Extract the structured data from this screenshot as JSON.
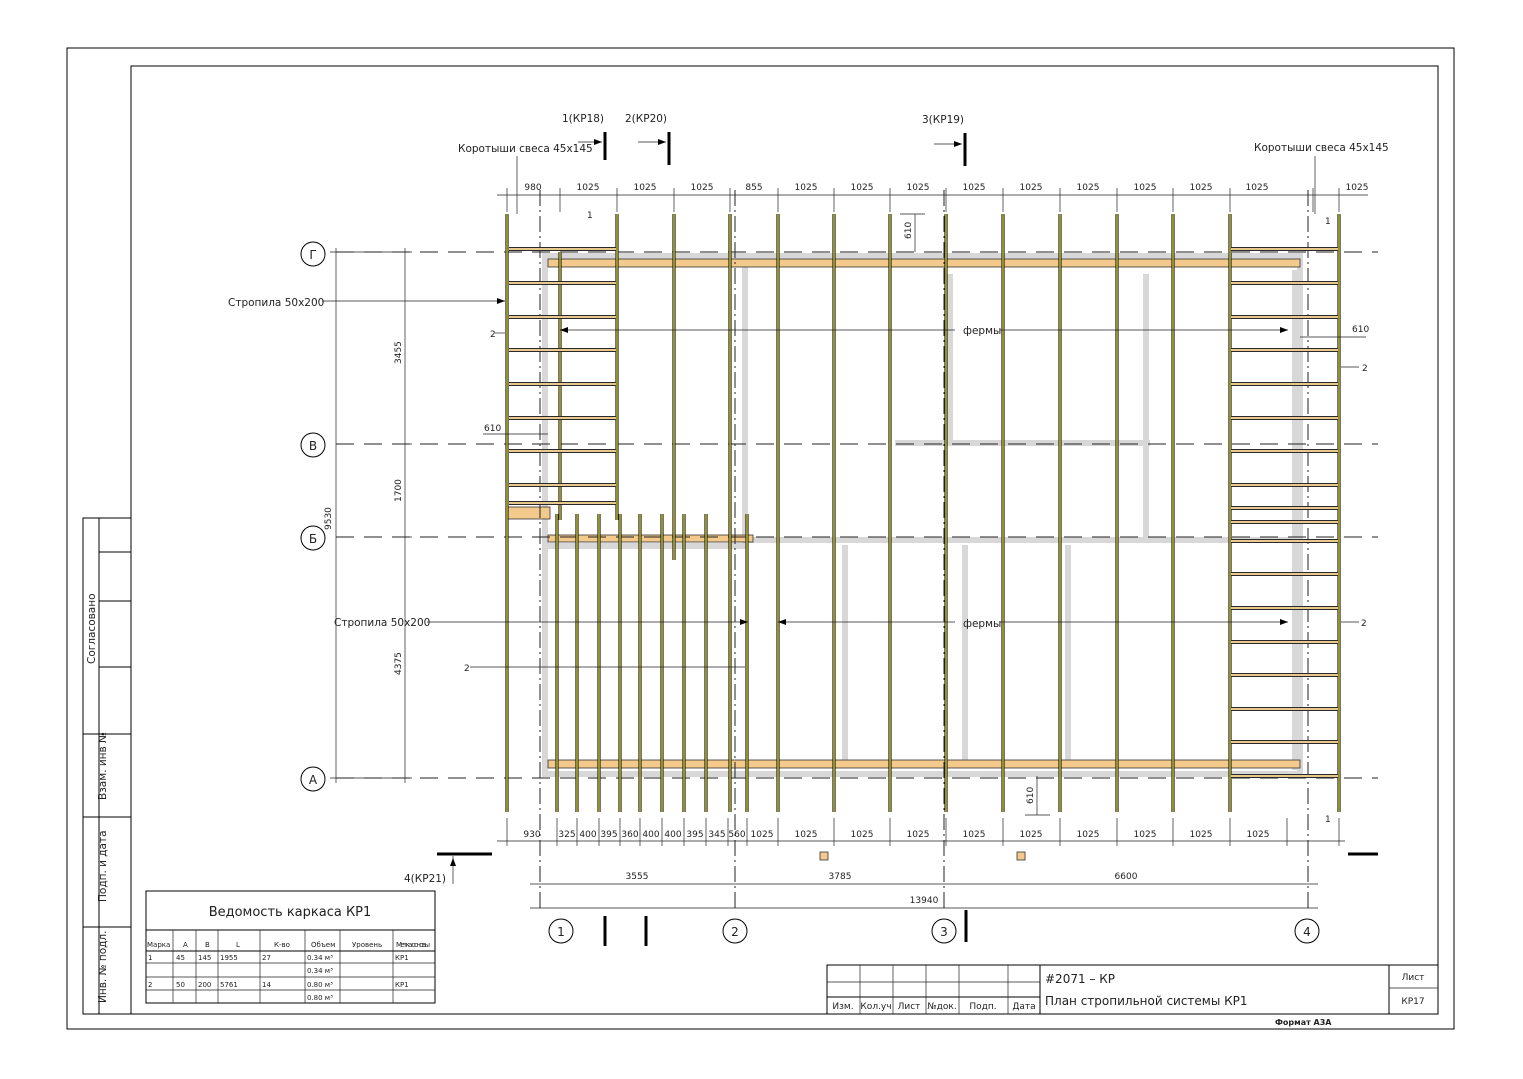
{
  "title_block": {
    "project": "#2071 – КР",
    "sheet_title": "План стропильной системы КР1",
    "sheet_label": "Лист",
    "sheet_number": "КР17",
    "format": "Формат А3А",
    "columns": [
      "Изм.",
      "Кол.уч",
      "Лист",
      "№док.",
      "Подп.",
      "Дата"
    ]
  },
  "side_stamp": {
    "agreed": "Согласовано",
    "replace_inv": "Взам. инв №",
    "sign_date": "Подп. и дата",
    "inv_orig": "Инв. № подл."
  },
  "callouts": {
    "overhang_left": "Коротыши свеса 45х145",
    "overhang_right": "Коротыши свеса 45х145",
    "rafters_top": "Стропила 50х200",
    "rafters_bottom": "Стропила 50х200",
    "trusses_top": "фермы",
    "trusses_bottom": "фермы"
  },
  "sections": {
    "s1": "1(КР18)",
    "s2": "2(КР20)",
    "s3": "3(КР19)",
    "s4": "4(КР21)"
  },
  "axes": {
    "rows": [
      "Г",
      "В",
      "Б",
      "А"
    ],
    "cols": [
      "1",
      "2",
      "3",
      "4"
    ]
  },
  "dims": {
    "top": [
      "980",
      "1025",
      "1025",
      "1025",
      "855",
      "1025",
      "1025",
      "1025",
      "1025",
      "1025",
      "1025",
      "1025",
      "1025",
      "1025",
      "1025"
    ],
    "bottom": [
      "930",
      "325",
      "400",
      "395",
      "360",
      "400",
      "400",
      "395",
      "345",
      "560",
      "1025",
      "1025",
      "1025",
      "1025",
      "1025",
      "1025",
      "1025",
      "1025",
      "1025",
      "1025"
    ],
    "axis_spans": [
      "3555",
      "3785",
      "6600"
    ],
    "overall": "13940",
    "vertical": [
      "3455",
      "1700",
      "4375"
    ],
    "vertical_total": "9530",
    "offsets": [
      "610",
      "610",
      "610",
      "610"
    ],
    "marks": [
      "1",
      "1",
      "1",
      "2",
      "2",
      "2",
      "2"
    ]
  },
  "schedule": {
    "title": "Ведомость каркаса КР1",
    "headers": [
      "Марка",
      "A",
      "B",
      "L",
      "К-во",
      "Объем",
      "Уровень",
      "Метка основы"
    ],
    "rows": [
      [
        "1",
        "45",
        "145",
        "1955",
        "27",
        "0.34 м³",
        "",
        "КР1"
      ],
      [
        "",
        "",
        "",
        "",
        "",
        "0.34 м³",
        "",
        ""
      ],
      [
        "2",
        "50",
        "200",
        "5761",
        "14",
        "0.80 м³",
        "",
        "КР1"
      ],
      [
        "",
        "",
        "",
        "",
        "",
        "0.80 м³",
        "",
        ""
      ]
    ]
  }
}
